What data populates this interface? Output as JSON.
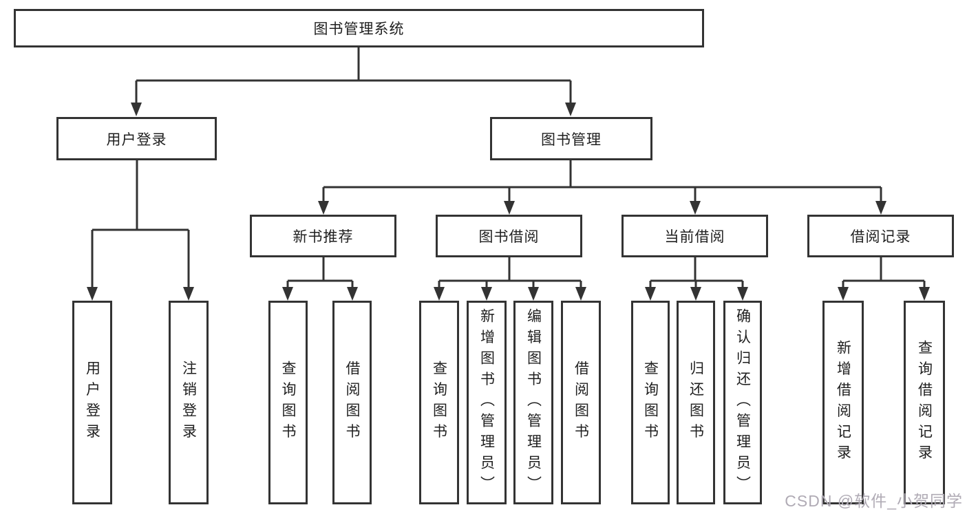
{
  "diagram": {
    "root": {
      "label": "图书管理系统"
    },
    "level2": {
      "user_login": {
        "label": "用户登录"
      },
      "book_mgmt": {
        "label": "图书管理"
      }
    },
    "level3": {
      "new_books": {
        "label": "新书推荐"
      },
      "book_borrow": {
        "label": "图书借阅"
      },
      "current_borrow": {
        "label": "当前借阅"
      },
      "borrow_records": {
        "label": "借阅记录"
      }
    },
    "leaves": {
      "user_login_login": "用户登录",
      "user_login_logout": "注销登录",
      "new_books_query": "查询图书",
      "new_books_borrow": "借阅图书",
      "borrow_query": "查询图书",
      "borrow_add": "新增图书（管理员）",
      "borrow_edit": "编辑图书（管理员）",
      "borrow_borrow": "借阅图书",
      "current_query": "查询图书",
      "current_return": "归还图书",
      "current_confirm": "确认归还（管理员）",
      "records_add": "新增借阅记录",
      "records_query": "查询借阅记录"
    },
    "watermark": "CSDN @软件_小贺同学",
    "colors": {
      "line": "#333333",
      "text": "#1f1f1f",
      "background": "#ffffff",
      "watermark": "#b0abb5"
    }
  }
}
